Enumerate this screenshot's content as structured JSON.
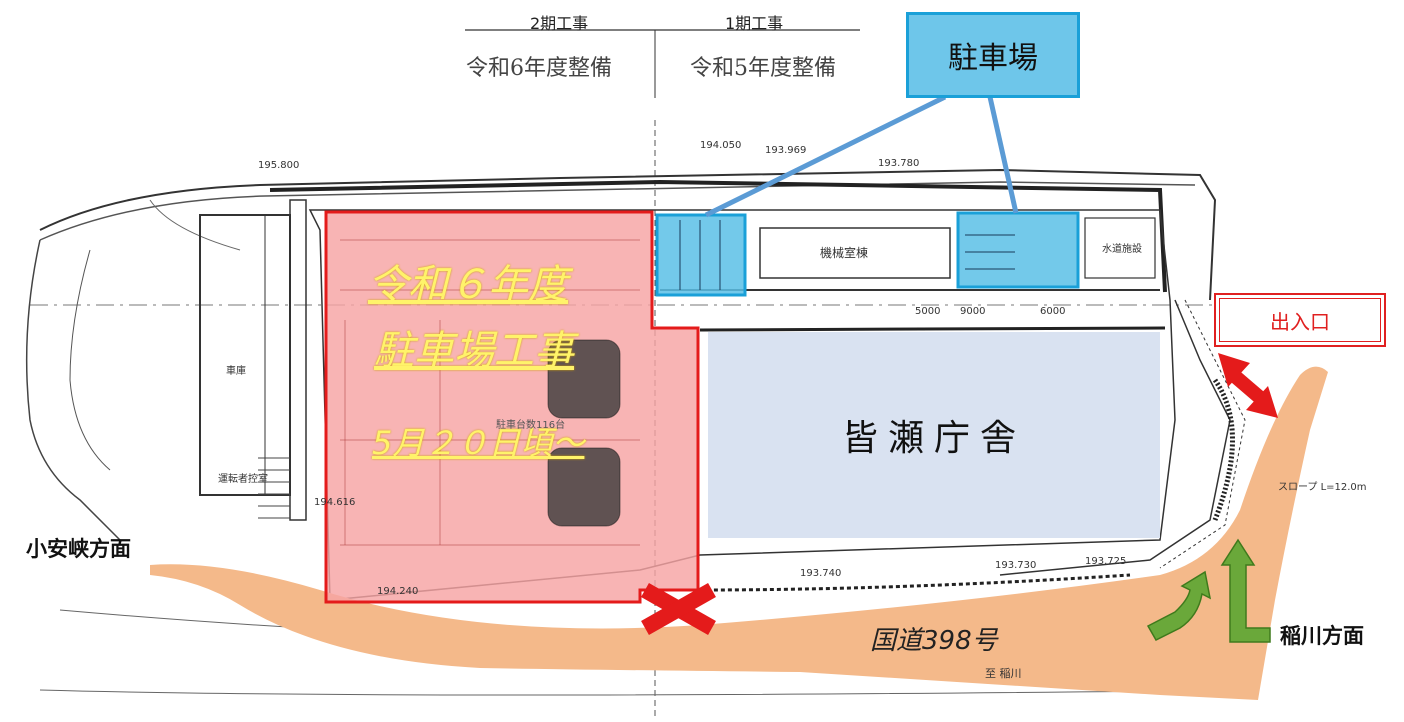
{
  "phases": {
    "phase2": {
      "title": "2期工事",
      "year": "令和6年度整備"
    },
    "phase1": {
      "title": "1期工事",
      "year": "令和5年度整備"
    }
  },
  "parking_callout": "駐車場",
  "entrance_label": "出入口",
  "building_label": "皆瀬庁舎",
  "work_zone": {
    "line1": "令和６年度",
    "line2": "駐車場工事",
    "line3": "5月２０日頃～"
  },
  "directions": {
    "left": "小安峡方面",
    "right": "稲川方面"
  },
  "road_label": "国道398号",
  "plan_text": {
    "machine_room": "機械室棟",
    "water_facility": "水道施設",
    "driver_room": "運転者控室",
    "garage": "車庫",
    "parking_count": "駐車台数116台",
    "slope": "スロープ L=12.0m",
    "elev1": "195.800",
    "elev2": "194.050",
    "elev3": "193.969",
    "elev4": "193.780",
    "elev5": "193.740",
    "elev6": "193.730",
    "elev7": "193.725",
    "elev8": "194.240",
    "elev9": "194.616",
    "dim1": "5000",
    "dim2": "9000",
    "dim3": "6000",
    "to_inagawa": "至 稲川"
  },
  "colors": {
    "road": "#f4b98a",
    "work_zone_fill": "#f7a4a4",
    "work_zone_border": "#e41b1b",
    "parking_highlight": "#5bbfe6",
    "building_fill": "#d9e2f1",
    "arrow_green": "#6aa83a",
    "arrow_red": "#e41b1b",
    "callout_line": "#5b9bd5"
  },
  "icons": {
    "closed_mark": "red-x-icon",
    "entrance_arrow": "double-arrow-icon",
    "turn_arrow": "green-turn-arrow-icon",
    "straight_arrow": "green-up-arrow-icon"
  }
}
